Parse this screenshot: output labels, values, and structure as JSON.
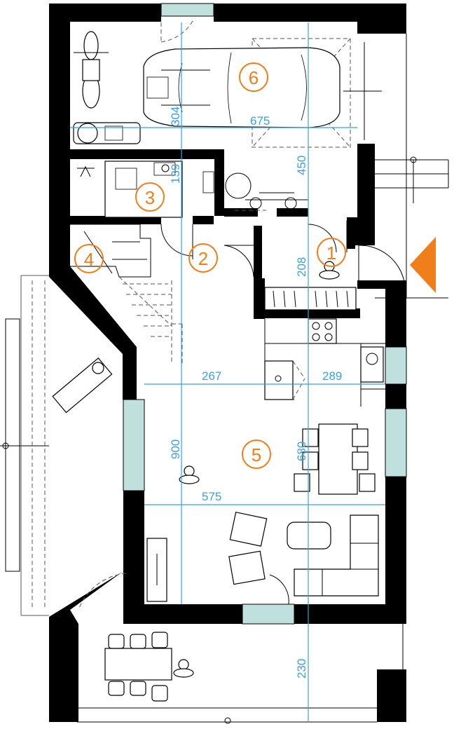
{
  "plan": {
    "rooms": [
      {
        "id": "1",
        "label": "1"
      },
      {
        "id": "2",
        "label": "2"
      },
      {
        "id": "3",
        "label": "3"
      },
      {
        "id": "4",
        "label": "4"
      },
      {
        "id": "5",
        "label": "5"
      },
      {
        "id": "6",
        "label": "6"
      }
    ],
    "dimensions": {
      "d304": "304",
      "d675": "675",
      "d139": "139",
      "d450": "450",
      "d208": "208",
      "d267": "267",
      "d289": "289",
      "d900": "900",
      "d680": "680",
      "d575": "575",
      "d230": "230"
    },
    "colors": {
      "walls": "#000000",
      "room_marker": "#f07e1a",
      "dimension_lines": "#3aa0e0",
      "glazing": "#bfe0dc",
      "entrance_arrow": "#f07e1a"
    },
    "icons": [
      "car-icon",
      "motorcycle-icon",
      "bicycle-icon",
      "person-icon",
      "stove-icon",
      "sink-icon",
      "toilet-icon",
      "entrance-arrow-icon"
    ]
  }
}
